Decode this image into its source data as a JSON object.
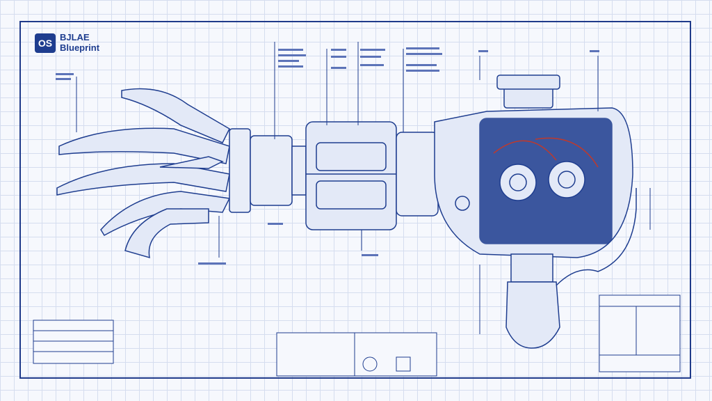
{
  "logo": {
    "text": "OS"
  },
  "title": {
    "line1": "BJLAE",
    "line2": "Blueprint"
  },
  "colors": {
    "ink": "#1e3d8f",
    "paper": "#f6f8fd",
    "grid": "#d5ddef",
    "wire_accent": "#c0392b"
  }
}
